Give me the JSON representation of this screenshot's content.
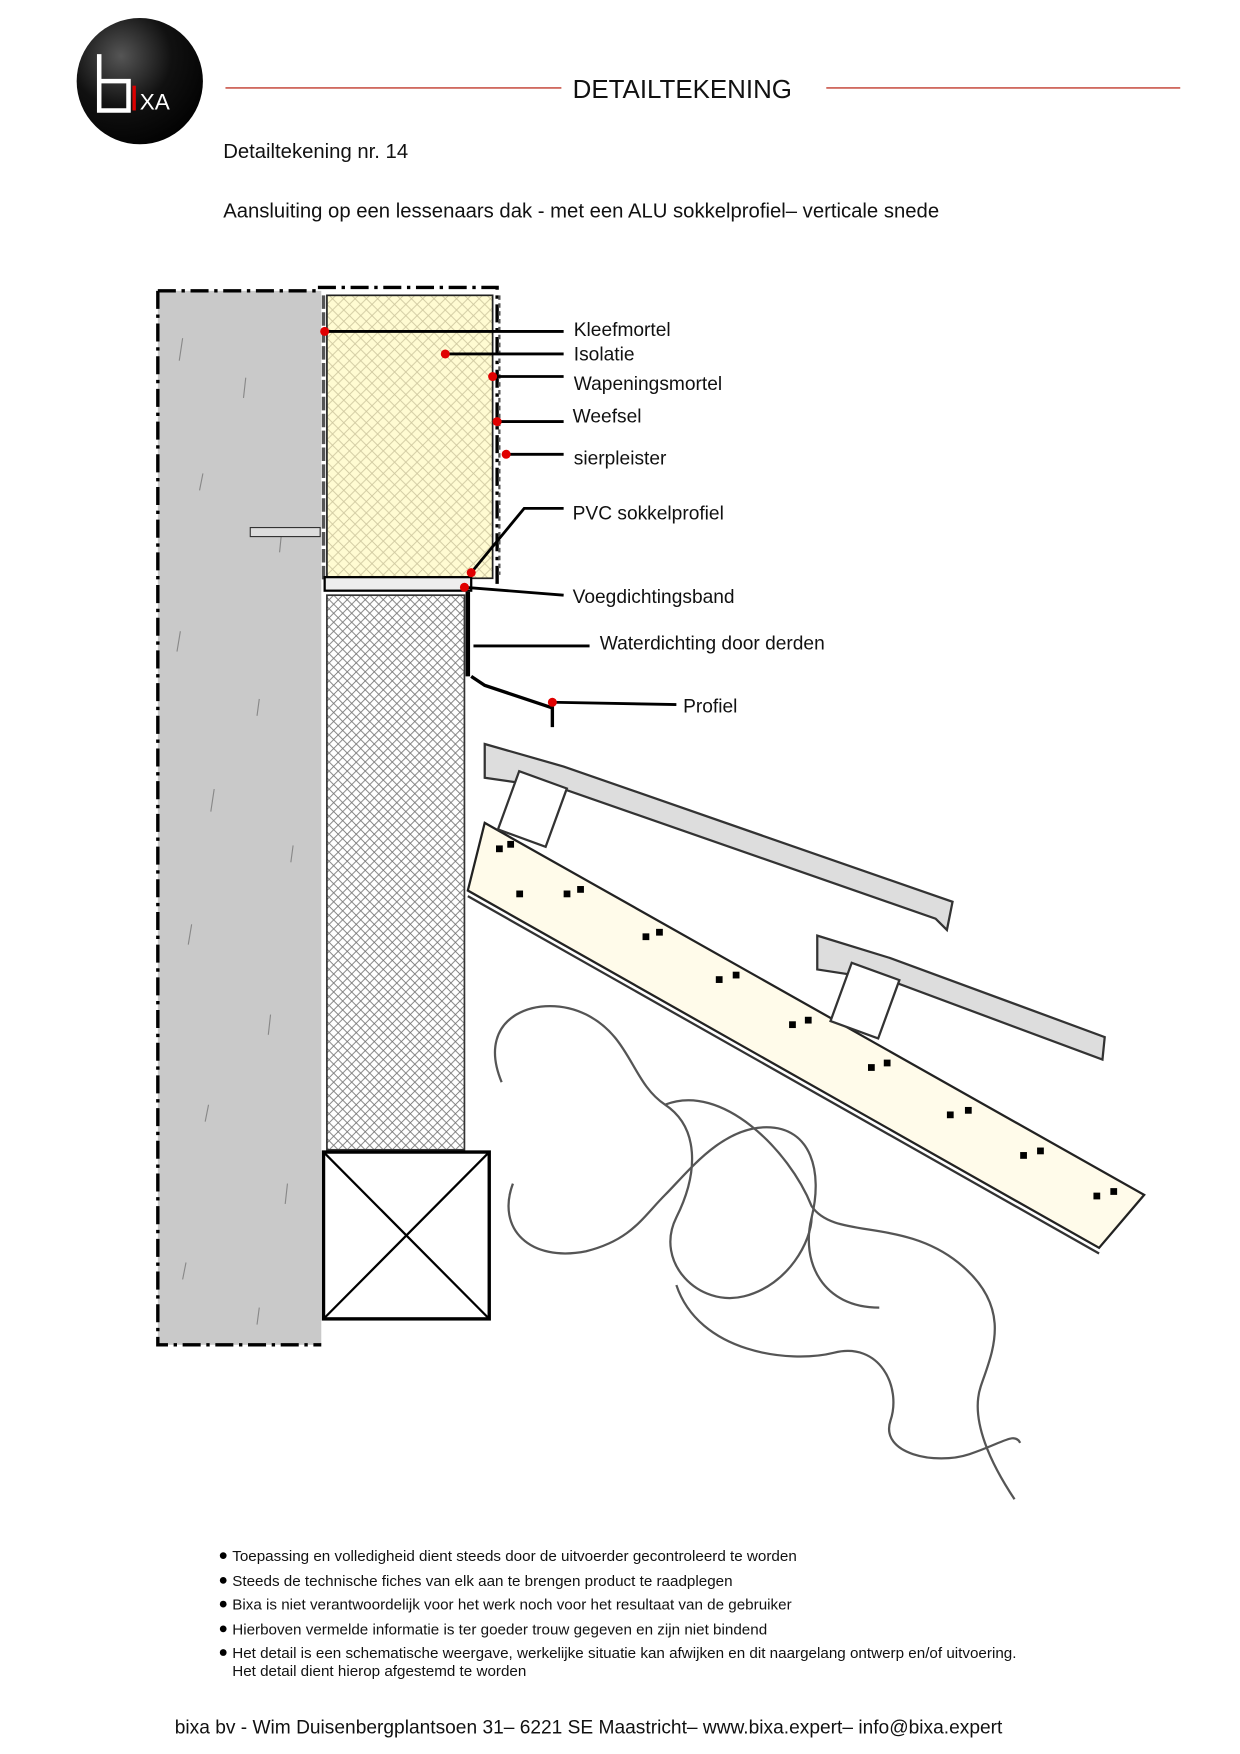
{
  "header": {
    "logo_text": "bixa",
    "title": "DETAILTEKENING",
    "drawing_number": "Detailtekening nr. 14",
    "subtitle": "Aansluiting op een lessenaars dak - met een ALU sokkelprofiel– verticale snede"
  },
  "labels": {
    "kleefmortel": "Kleefmortel",
    "isolatie": "Isolatie",
    "wapeningsmortel": "Wapeningsmortel",
    "weefsel": "Weefsel",
    "sierpleister": "sierpleister",
    "pvc_sokkelprofiel": "PVC sokkelprofiel",
    "voegdichtingsband": "Voegdichtingsband",
    "waterdichting": "Waterdichting door derden",
    "profiel": "Profiel"
  },
  "notes": [
    "Toepassing en volledigheid dient steeds door de uitvoerder gecontroleerd te worden",
    "Steeds de technische fiches van elk  aan te brengen product te raadplegen",
    "Bixa is niet verantwoordelijk voor  het werk noch voor het resultaat van de gebruiker",
    "Hierboven  vermelde informatie is ter goeder trouw gegeven  en zijn niet bindend",
    "Het detail is een schematische weergave, werkelijke situatie kan afwijken en dit naargelang ontwerp en/of uitvoering.",
    "Het detail dient hierop afgestemd te worden"
  ],
  "footer": "bixa bv - Wim Duisenbergplantsoen 31– 6221 SE Maastricht– www.bixa.expert– info@bixa.expert",
  "colors": {
    "accent_red": "#c0392b",
    "concrete": "#c9c9c9",
    "insulation": "#fffbd2",
    "dot": "#e00000"
  }
}
